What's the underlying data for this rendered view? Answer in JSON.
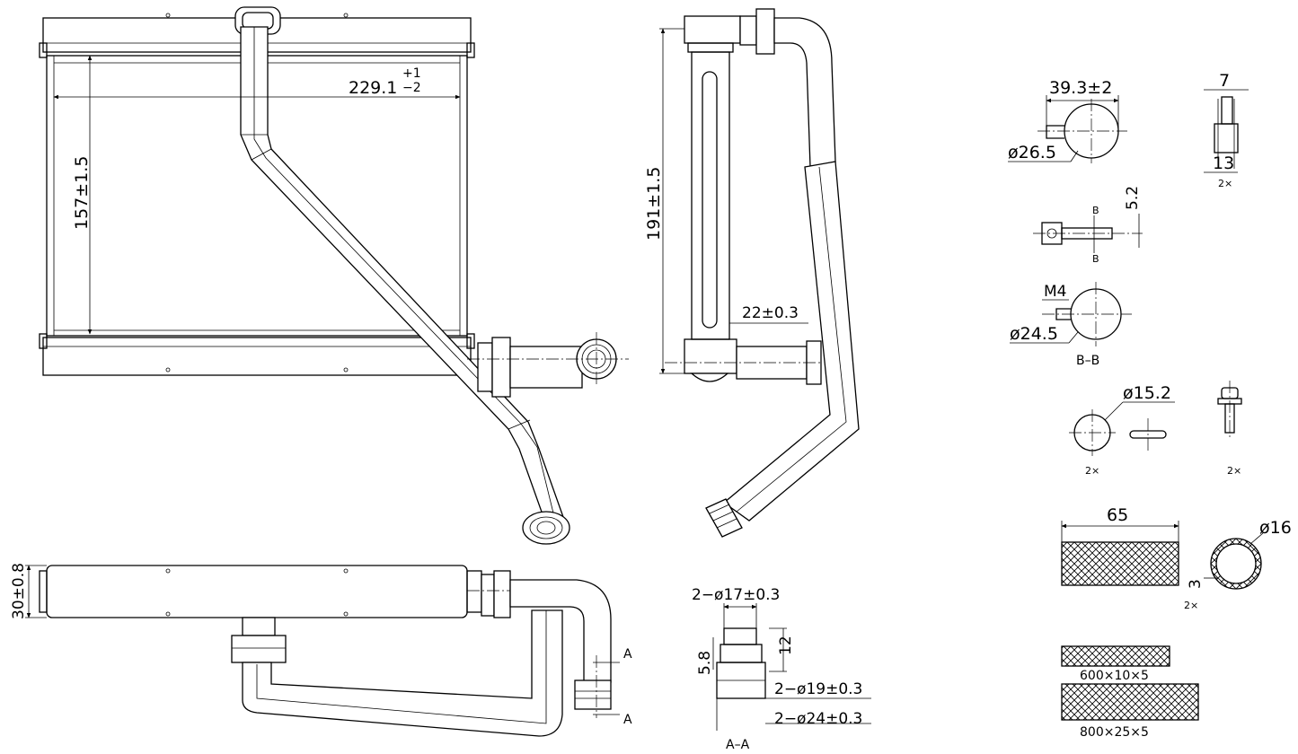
{
  "dims": {
    "width_main": "229.1",
    "width_tol_plus": "+1",
    "width_tol_minus": "−2",
    "height_core": "157±1.5",
    "height_side": "191±1.5",
    "pipe_offset": "22±0.3",
    "thickness": "30±0.8",
    "clip_width": "39.3±2",
    "clip_d1": "ø26.5",
    "tab_w": "7",
    "tab_h": "13",
    "tab_qty": "2×",
    "bolt_gap": "5.2",
    "thread": "M4",
    "clip_d2": "ø24.5",
    "section_bb": "B–B",
    "hole_d": "ø15.2",
    "hole_qty": "2×",
    "bolt_qty": "2×",
    "pad_w": "65",
    "ring_d": "ø16",
    "ring_t": "3",
    "ring_qty": "2×",
    "strip1": "600×10×5",
    "strip2": "800×25×5",
    "pipe_d1": "2−ø17±0.3",
    "pipe_d2": "2−ø19±0.3",
    "pipe_d3": "2−ø24±0.3",
    "stub_h1": "5.8",
    "stub_h2": "12",
    "section_aa": "A–A",
    "sec_a": "A",
    "sec_b": "B"
  }
}
